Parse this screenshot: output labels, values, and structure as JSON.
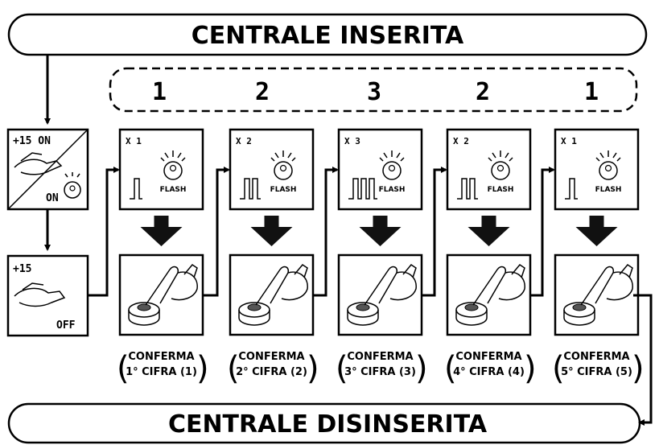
{
  "top_banner": {
    "label": "CENTRALE INSERITA"
  },
  "bottom_banner": {
    "label": "CENTRALE DISINSERITA"
  },
  "sequence": {
    "digits": [
      "1",
      "2",
      "3",
      "2",
      "1"
    ]
  },
  "start_box": {
    "top_label": "+15 ON",
    "bottom_label": "ON"
  },
  "off_box": {
    "top_label": "+15",
    "bottom_label": "OFF"
  },
  "steps": [
    {
      "count": "X 1",
      "pulses": 1,
      "flash_label": "FLASH",
      "confirm_line1": "CONFERMA",
      "confirm_line2": "1° CIFRA (1)"
    },
    {
      "count": "X 2",
      "pulses": 2,
      "flash_label": "FLASH",
      "confirm_line1": "CONFERMA",
      "confirm_line2": "2° CIFRA (2)"
    },
    {
      "count": "X 3",
      "pulses": 3,
      "flash_label": "FLASH",
      "confirm_line1": "CONFERMA",
      "confirm_line2": "3° CIFRA (3)"
    },
    {
      "count": "X 2",
      "pulses": 2,
      "flash_label": "FLASH",
      "confirm_line1": "CONFERMA",
      "confirm_line2": "4° CIFRA (4)"
    },
    {
      "count": "X 1",
      "pulses": 1,
      "flash_label": "FLASH",
      "confirm_line1": "CONFERMA",
      "confirm_line2": "5° CIFRA (5)"
    }
  ]
}
